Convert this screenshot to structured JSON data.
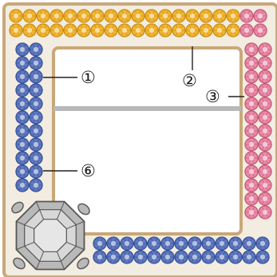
{
  "palette": {
    "frame_outer": "#c9a878",
    "frame_fill": "#f3ece1",
    "yellow": "#f2b531",
    "yellow_dark": "#c98d12",
    "blue": "#5f78bd",
    "blue_dark": "#34509a",
    "pink": "#e98aa6",
    "pink_dark": "#c25778",
    "window_border": "#c9a878",
    "window_fill": "#ffffff",
    "window_bar": "#b8b8b8",
    "gem_body": "#b9b9b9",
    "gem_face": "#d8d8d8",
    "gem_center": "#e6e6e6",
    "gem_outline": "#555555"
  },
  "callouts": [
    {
      "label": "①",
      "target": "blue-rhinestone-left-column"
    },
    {
      "label": "②",
      "target": "yellow-rhinestone-top-rows"
    },
    {
      "label": "③",
      "target": "pink-rhinestone-right-column"
    },
    {
      "label": "⑥",
      "target": "blue-rhinestone-left-column"
    }
  ],
  "icons": {
    "corner_gem": "octagon-gem-icon"
  }
}
